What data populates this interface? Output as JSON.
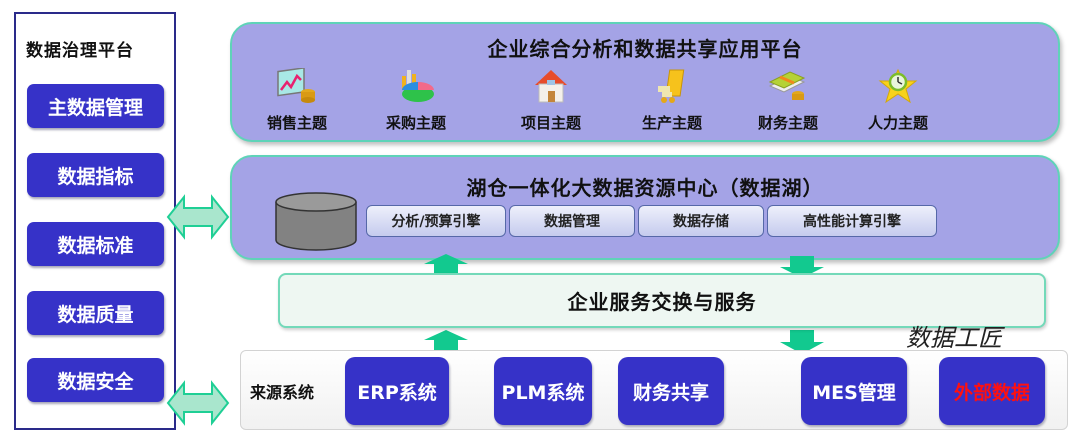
{
  "governance": {
    "title": "数据治理平台",
    "items": [
      "主数据管理",
      "数据指标",
      "数据标准",
      "数据质量",
      "数据安全"
    ]
  },
  "app_platform": {
    "title": "企业综合分析和数据共享应用平台",
    "themes": [
      {
        "label": "销售主题",
        "icon": "sales-chart-icon"
      },
      {
        "label": "采购主题",
        "icon": "pie-chart-icon"
      },
      {
        "label": "项目主题",
        "icon": "house-icon"
      },
      {
        "label": "生产主题",
        "icon": "briefcase-icon"
      },
      {
        "label": "财务主题",
        "icon": "money-icon"
      },
      {
        "label": "人力主题",
        "icon": "star-clock-icon"
      }
    ]
  },
  "data_lake": {
    "title": "湖仓一体化大数据资源中心（数据湖）",
    "modules": [
      "分析/预算引擎",
      "数据管理",
      "数据存储",
      "高性能计算引擎"
    ]
  },
  "service_bus": {
    "label": "企业服务交换与服务"
  },
  "sources": {
    "label": "来源系统",
    "systems": [
      "ERP系统",
      "PLM系统",
      "财务共享",
      "MES管理",
      "外部数据"
    ]
  },
  "watermark": "数据工匠",
  "colors": {
    "primary_button": "#3632c8",
    "panel_purple": "#a4a3e6",
    "arrow_green": "#12c98f",
    "external_text": "#ff1010"
  }
}
